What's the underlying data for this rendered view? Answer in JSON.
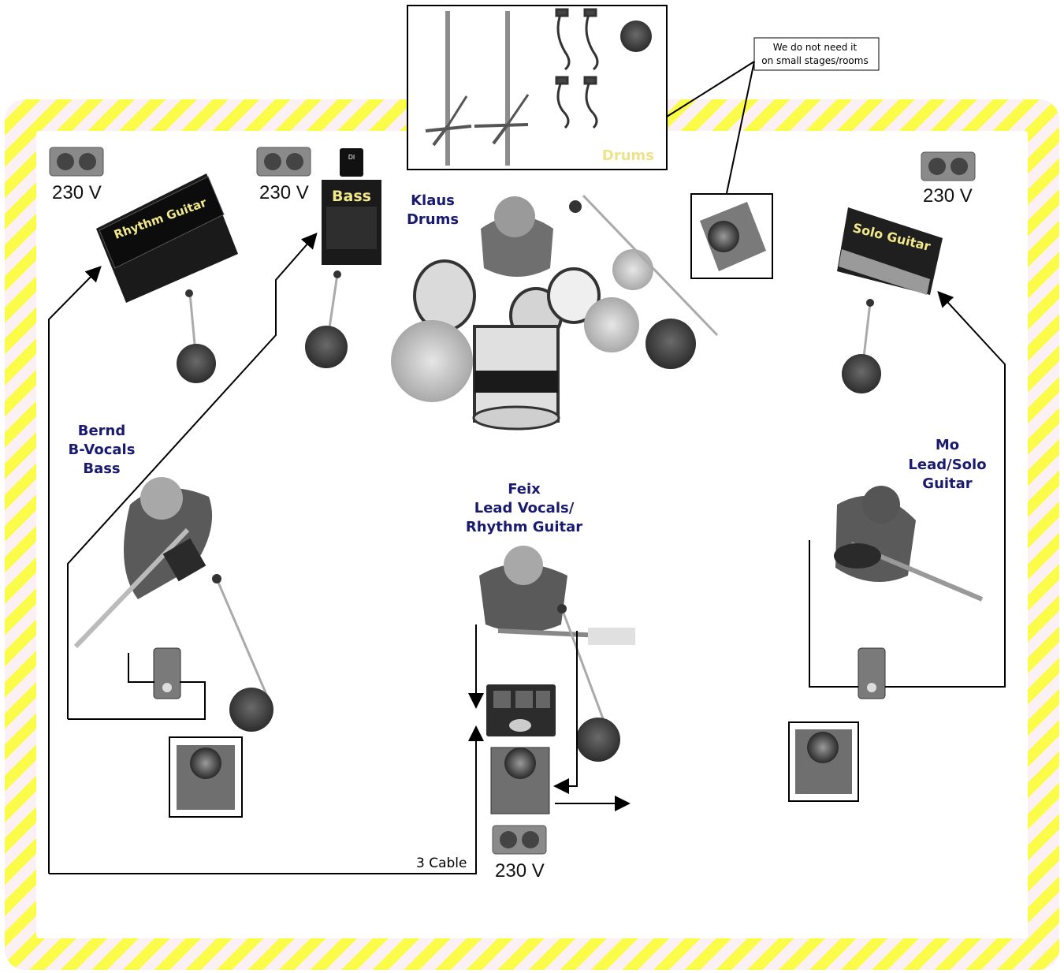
{
  "note": {
    "line1": "We do not need it",
    "line2": "on small stages/rooms"
  },
  "drum_box": {
    "label": "Drums"
  },
  "members": {
    "klaus": {
      "line1": "Klaus",
      "line2": "Drums"
    },
    "bernd": {
      "line1": "Bernd",
      "line2": "B-Vocals",
      "line3": "Bass"
    },
    "feix": {
      "line1": "Feix",
      "line2": "Lead Vocals/",
      "line3": "Rhythm Guitar"
    },
    "mo": {
      "line1": "Mo",
      "line2": "Lead/Solo",
      "line3": "Guitar"
    }
  },
  "amps": {
    "rhythm": "Rhythm Guitar",
    "bass": "Bass",
    "solo": "Solo Guitar",
    "di": "DI"
  },
  "power": {
    "rhythm": "230 V",
    "bass": "230 V",
    "solo": "230 V",
    "front": "230 V"
  },
  "cable": {
    "label": "3 Cable"
  },
  "colors": {
    "hazard_yellow": "#fbfb4a",
    "hazard_light": "#fbf1f4",
    "member_text": "#1a1a6e",
    "amp_text": "#f2e98a"
  }
}
